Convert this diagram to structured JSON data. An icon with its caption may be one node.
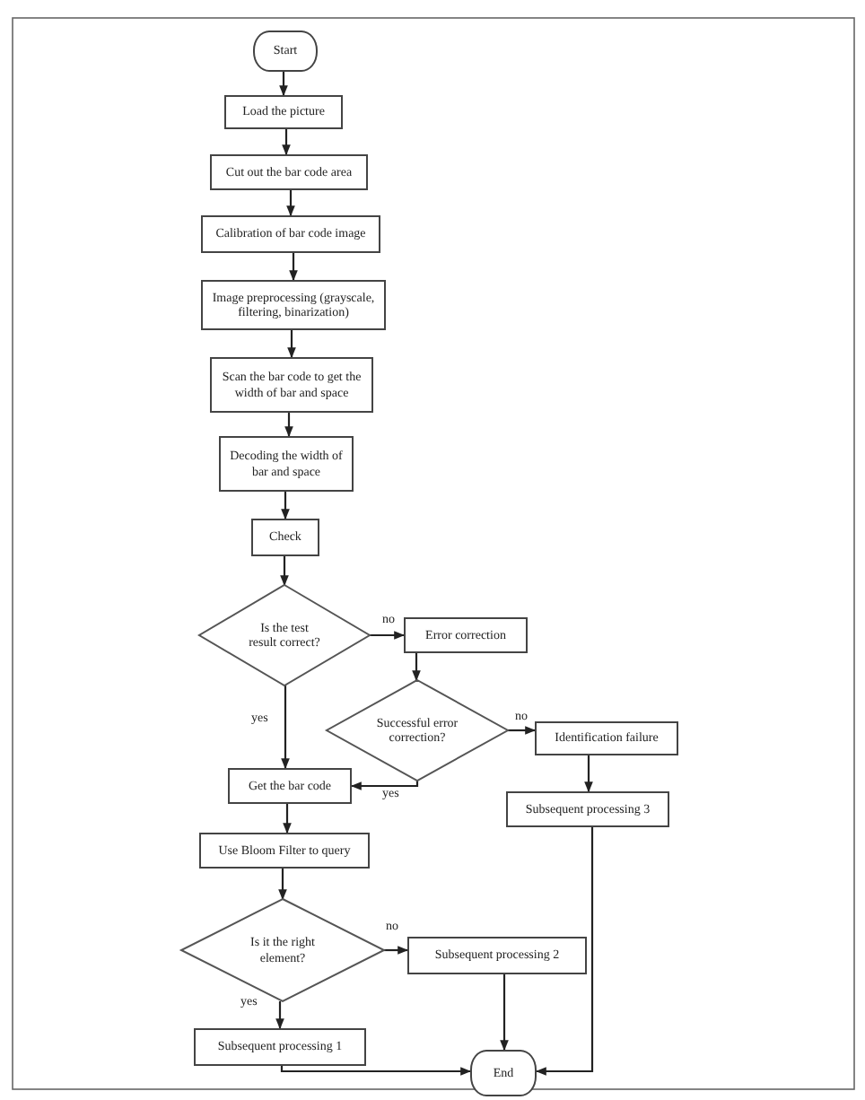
{
  "diagram": {
    "nodes": [
      {
        "text": [
          "Start"
        ]
      },
      {
        "text": [
          "Load the picture"
        ]
      },
      {
        "text": [
          "Cut out the bar code area"
        ]
      },
      {
        "text": [
          "Calibration of bar code image"
        ]
      },
      {
        "text": [
          "Image preprocessing (grayscale, filtering, binarization)"
        ]
      },
      {
        "text": [
          "Scan the bar code to get the width of bar and space"
        ]
      },
      {
        "text": [
          "Decoding the width of bar and space"
        ]
      },
      {
        "text": [
          "Check"
        ]
      },
      {
        "text": [
          "Is the test result correct?"
        ]
      },
      {
        "text": [
          "Error correction"
        ]
      },
      {
        "text": [
          "Successful error correction?"
        ]
      },
      {
        "text": [
          "Identification failure"
        ]
      },
      {
        "text": [
          "Get the bar code"
        ]
      },
      {
        "text": [
          "Subsequent processing 3"
        ]
      },
      {
        "text": [
          "Use Bloom Filter to query"
        ]
      },
      {
        "text": [
          "Is it the right element?"
        ]
      },
      {
        "text": [
          "Subsequent processing 2"
        ]
      },
      {
        "text": [
          "Subsequent processing 1"
        ]
      },
      {
        "text": [
          "End"
        ]
      }
    ],
    "edges": [
      {
        "from": 0,
        "to": 1,
        "arrow": "to"
      },
      {
        "from": 1,
        "to": 2,
        "arrow": "to"
      },
      {
        "from": 2,
        "to": 3,
        "arrow": "to"
      },
      {
        "from": 3,
        "to": 4,
        "arrow": "to"
      },
      {
        "from": 4,
        "to": 5,
        "arrow": "to"
      },
      {
        "from": 5,
        "to": 6,
        "arrow": "to"
      },
      {
        "from": 6,
        "to": 7,
        "arrow": "to"
      },
      {
        "from": 7,
        "to": 8,
        "arrow": "to"
      },
      {
        "from": 8,
        "to": 9,
        "arrow": "to",
        "label": "no"
      },
      {
        "from": 8,
        "to": 12,
        "arrow": "to",
        "label": "yes"
      },
      {
        "from": 9,
        "to": 10,
        "arrow": "to"
      },
      {
        "from": 10,
        "to": 11,
        "arrow": "to",
        "label": "no"
      },
      {
        "from": 10,
        "to": 12,
        "arrow": "to",
        "label": "yes"
      },
      {
        "from": 11,
        "to": 13,
        "arrow": "to"
      },
      {
        "from": 13,
        "to": 18,
        "arrow": "to"
      },
      {
        "from": 12,
        "to": 14,
        "arrow": "to"
      },
      {
        "from": 14,
        "to": 15,
        "arrow": "to"
      },
      {
        "from": 15,
        "to": 16,
        "arrow": "to",
        "label": "no"
      },
      {
        "from": 15,
        "to": 17,
        "arrow": "to",
        "label": "yes"
      },
      {
        "from": 16,
        "to": 18,
        "arrow": "to"
      },
      {
        "from": 17,
        "to": 18,
        "arrow": "to"
      }
    ]
  }
}
